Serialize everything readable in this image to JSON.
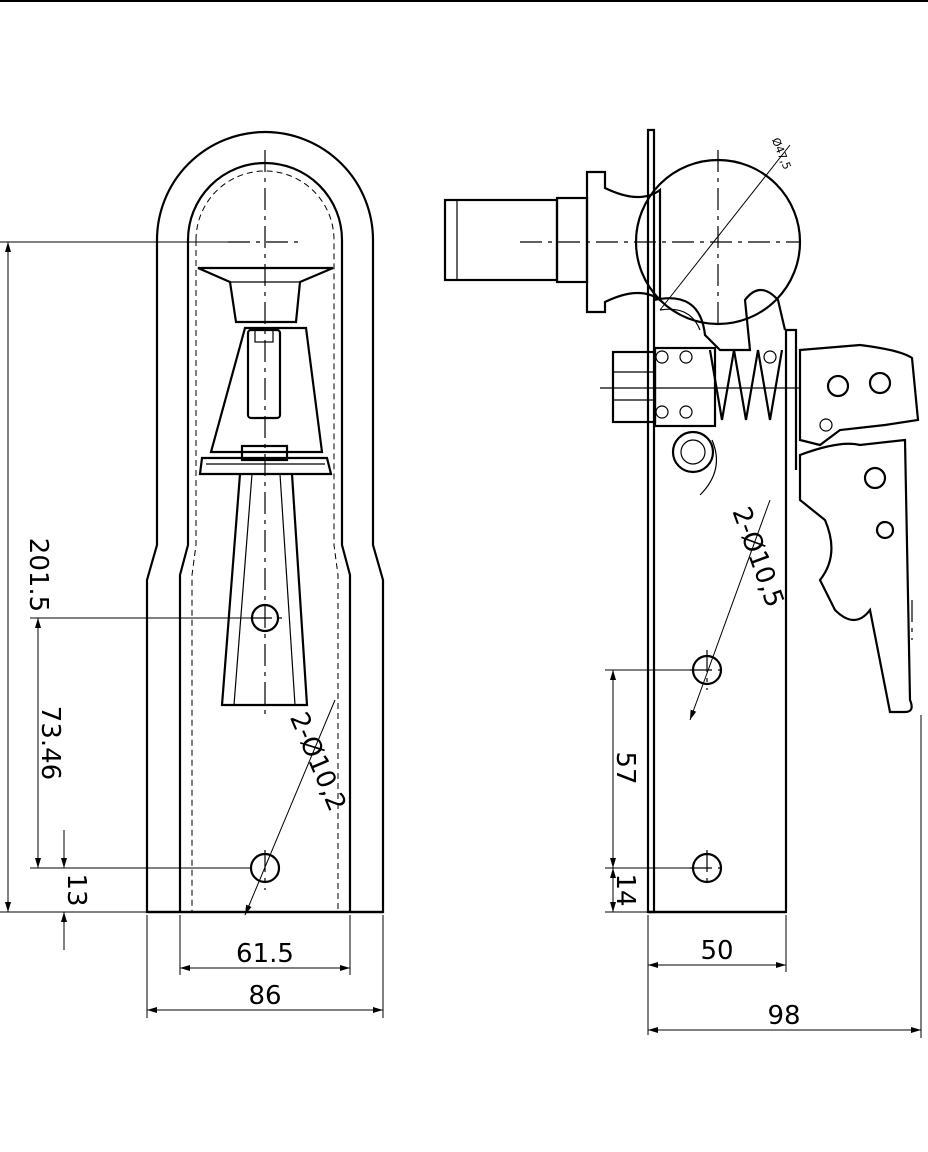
{
  "front_view": {
    "dims": {
      "total_height": "201.5",
      "hole_spacing": "73.46",
      "bottom_offset": "13",
      "inner_width": "61.5",
      "outer_width": "86",
      "hole_callout": "2-Ø10,2"
    }
  },
  "side_view": {
    "dims": {
      "ball_diameter": "Ø47,5",
      "hole_callout": "2-Ø10,5",
      "hole_spacing": "57",
      "bottom_offset": "14",
      "base_width": "50",
      "total_width": "98"
    }
  }
}
